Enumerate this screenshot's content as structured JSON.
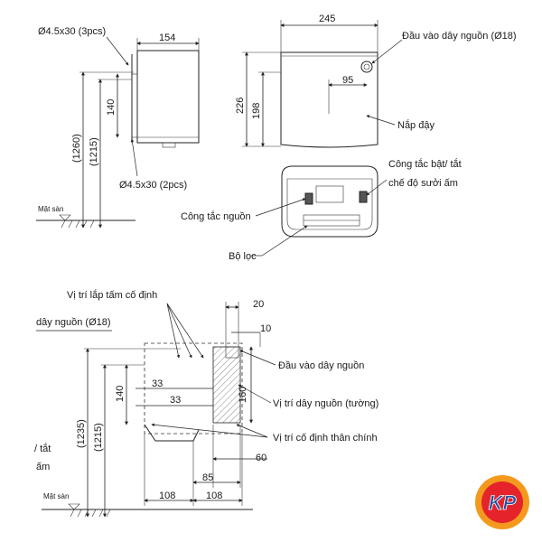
{
  "side_view": {
    "screw_top": "Ø4.5x30 (3pcs)",
    "width": "154",
    "height_140": "140",
    "height_1260": "(1260)",
    "height_1215": "(1215)",
    "screw_bottom": "Ø4.5x30 (2pcs)",
    "floor": "Mặt sàn"
  },
  "front_view": {
    "width": "245",
    "height_226": "226",
    "height_198": "198",
    "offset_95": "95",
    "power_inlet": "Đầu vào dây nguồn (Ø18)",
    "cover": "Nắp đậy"
  },
  "bottom_view": {
    "heater_switch": "Công tắc bật/ tắt chế độ sưởi ấm",
    "power_switch": "Công tắc nguồn",
    "filter": "Bộ lọc"
  },
  "install_view": {
    "mount_position": "Vị trí lắp tấm cố định",
    "power_cable_partial": "dây nguồn (Ø18)",
    "dim_20": "20",
    "dim_10": "10",
    "power_inlet": "Đầu vào dây nguồn",
    "dim_33_a": "33",
    "dim_33_b": "33",
    "dim_140": "140",
    "dim_160": "160",
    "cable_position": "Vị trí dây nguồn (tường)",
    "dim_1235": "(1235)",
    "dim_1215": "(1215)",
    "body_fix": "Vị trí cố định thân chính",
    "partial_switch_1": "/ tắt",
    "partial_switch_2": "ấm",
    "dim_60": "60",
    "dim_85": "85",
    "dim_108_a": "108",
    "dim_108_b": "108",
    "floor": "Mặt sàn"
  },
  "logo": {
    "text": "KP",
    "colors": {
      "orange": "#f39a1e",
      "red": "#e5232b",
      "blue": "#1f4fa0"
    }
  }
}
